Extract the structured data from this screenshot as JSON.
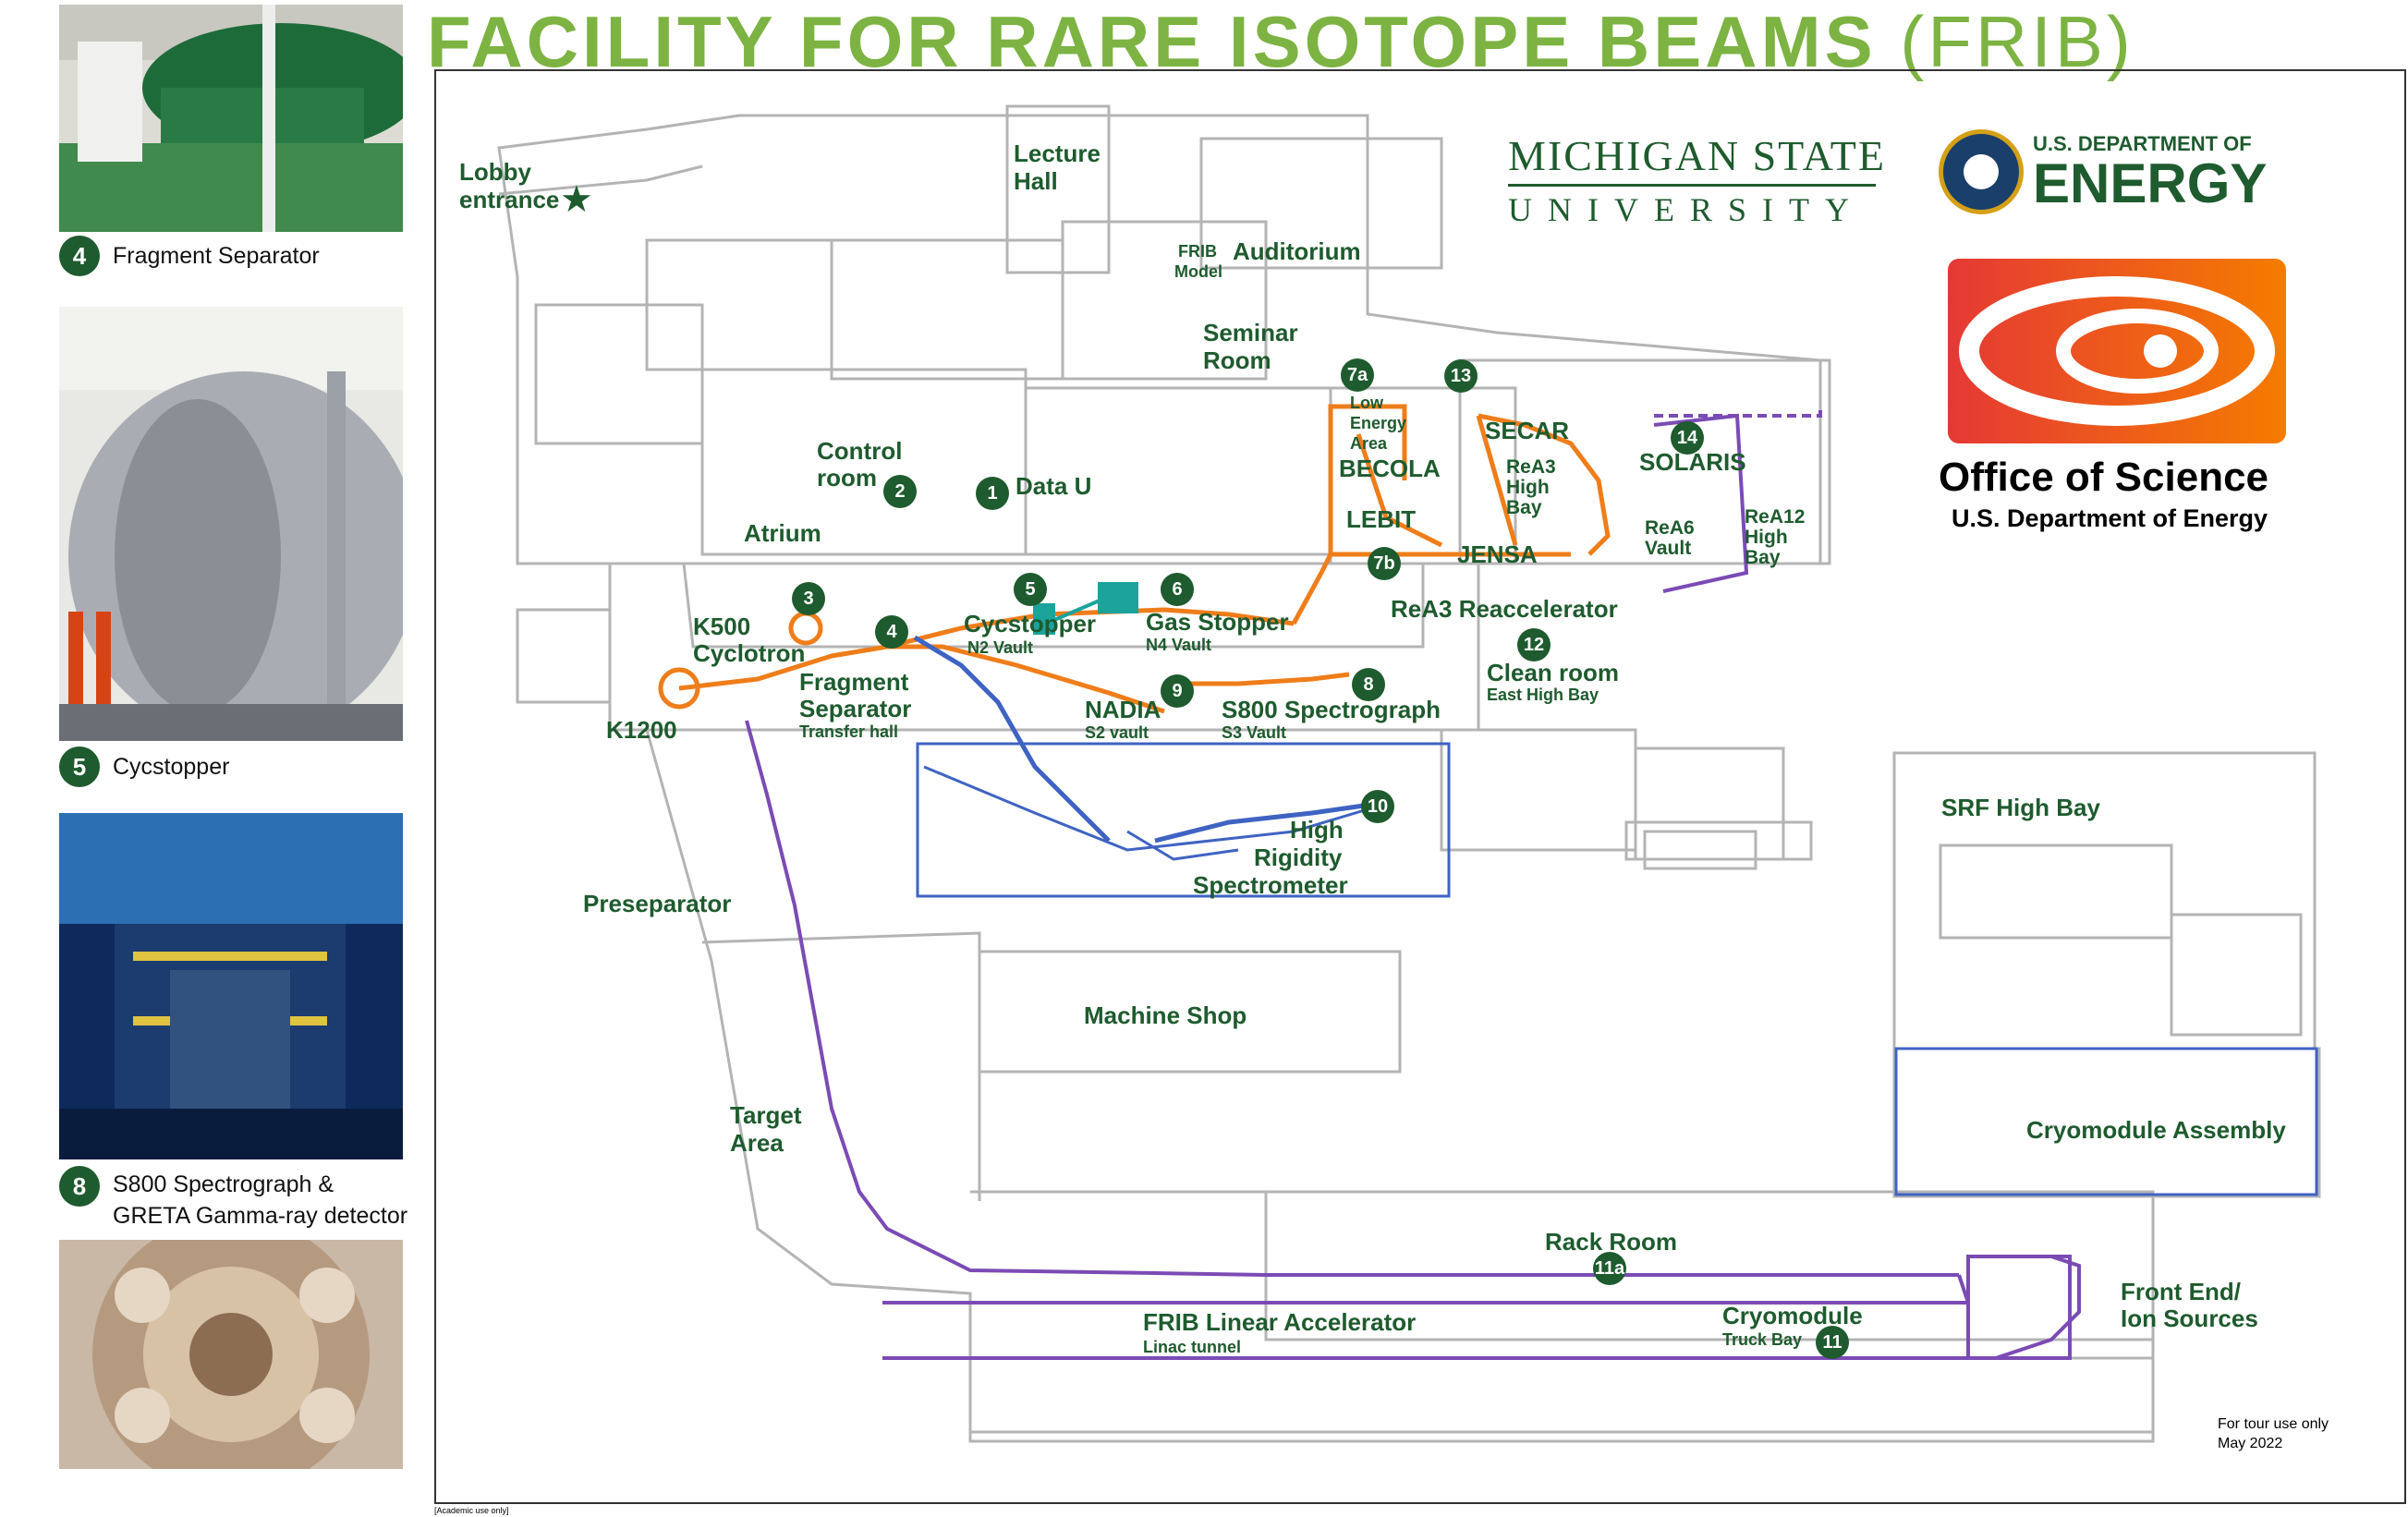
{
  "header": {
    "title": "FACILITY FOR RARE ISOTOPE BEAMS",
    "title_abbr": "(FRIB)"
  },
  "sidebar": [
    {
      "number": "4",
      "caption": "Fragment Separator",
      "photo": "fragment-separator-photo"
    },
    {
      "number": "5",
      "caption": "Cycstopper",
      "photo": "cycstopper-photo"
    },
    {
      "number": "8",
      "caption_line1": "S800 Spectrograph &",
      "caption_line2": "GRETA Gamma-ray detector",
      "photo": "s800-spectrograph-photo"
    },
    {
      "photo": "greta-detector-photo"
    }
  ],
  "logos": {
    "msu_line1": "MICHIGAN STATE",
    "msu_line2": "UNIVERSITY",
    "doe_line1": "U.S. DEPARTMENT OF",
    "doe_line2": "ENERGY",
    "oos_line1": "Office of Science",
    "oos_line2": "U.S. Department of Energy"
  },
  "map": {
    "labels": {
      "lobby": "Lobby",
      "lobby_entrance": "entrance",
      "lecture": "Lecture",
      "hall": "Hall",
      "auditorium": "Auditorium",
      "frib": "FRIB",
      "model": "Model",
      "seminar": "Seminar",
      "room": "Room",
      "control": "Control",
      "control_room": "room",
      "data_u": "Data U",
      "atrium": "Atrium",
      "low": "Low",
      "energy": "Energy",
      "area": "Area",
      "becola": "BECOLA",
      "lebit": "LEBIT",
      "secar": "SECAR",
      "rea3": "ReA3",
      "high": "High",
      "bay": "Bay",
      "solaris": "SOLARIS",
      "rea6": "ReA6",
      "vault": "Vault",
      "rea12": "ReA12",
      "rea12_high": "High",
      "rea12_bay": "Bay",
      "jensa": "JENSA",
      "rea3_reaccelerator": "ReA3 Reaccelerator",
      "k500": "K500",
      "cyclotron": "Cyclotron",
      "cycstopper": "Cycstopper",
      "n2_vault": "N2 Vault",
      "gas_stopper": "Gas Stopper",
      "n4_vault": "N4 Vault",
      "clean_room": "Clean room",
      "east_high_bay": "East High Bay",
      "fragment": "Fragment",
      "separator": "Separator",
      "transfer_hall": "Transfer hall",
      "nadia": "NADIA",
      "s2_vault": "S2 vault",
      "s800_spectrograph": "S800 Spectrograph",
      "s3_vault": "S3 Vault",
      "k1200": "K1200",
      "srf_high_bay": "SRF High Bay",
      "hrs_high": "High",
      "hrs_rigidity": "Rigidity",
      "hrs_spectrometer": "Spectrometer",
      "preseparator": "Preseparator",
      "machine_shop": "Machine Shop",
      "target": "Target",
      "target_area": "Area",
      "cryomodule_assembly": "Cryomodule Assembly",
      "rack_room": "Rack Room",
      "front_end": "Front End/",
      "ion_sources": "Ion Sources",
      "frib_linac": "FRIB Linear Accelerator",
      "linac_tunnel": "Linac tunnel",
      "cryomodule": "Cryomodule",
      "truck_bay": "Truck Bay"
    },
    "markers": [
      "1",
      "2",
      "3",
      "4",
      "5",
      "6",
      "7a",
      "7b",
      "8",
      "9",
      "10",
      "11",
      "11a",
      "12",
      "13",
      "14"
    ],
    "footer_note_1": "For tour use only",
    "footer_note_2": "May 2022",
    "academic_note": "[Academic use only]"
  },
  "colors": {
    "title_green": "#7cb342",
    "label_green": "#1e5b2e",
    "beamline_orange": "#ef7d1a",
    "beamline_purple": "#7b4bb5",
    "beamline_blue": "#3f63c3",
    "beamline_teal": "#1ba39c",
    "floorplan_gray": "#b4b4b4"
  }
}
